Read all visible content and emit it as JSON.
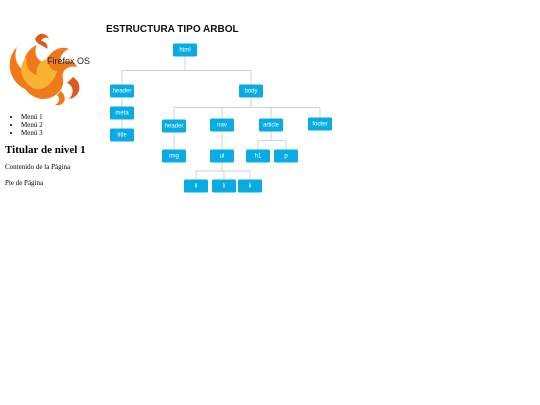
{
  "sidebar": {
    "logo_text": "Firefox OS",
    "menu": [
      "Menú 1",
      "Menú 2",
      "Menú 3"
    ],
    "heading": "Titular de nivel 1",
    "content": "Contenido de la Página",
    "footer": "Pie de Página"
  },
  "diagram": {
    "title": "ESTRUCTURA TIPO ARBOL",
    "colors": {
      "node": "#09abe4",
      "line": "#b6c4cd"
    },
    "nodes": [
      {
        "id": "html",
        "label": "html",
        "parent": null
      },
      {
        "id": "header1",
        "label": "header",
        "parent": "html"
      },
      {
        "id": "body",
        "label": "body",
        "parent": "html"
      },
      {
        "id": "meta",
        "label": "meta",
        "parent": "header1"
      },
      {
        "id": "title",
        "label": "title",
        "parent": "meta"
      },
      {
        "id": "header2",
        "label": "header",
        "parent": "body"
      },
      {
        "id": "nav",
        "label": "nav",
        "parent": "body"
      },
      {
        "id": "article",
        "label": "article",
        "parent": "body"
      },
      {
        "id": "footer",
        "label": "footer",
        "parent": "body"
      },
      {
        "id": "img",
        "label": "img",
        "parent": "header2"
      },
      {
        "id": "ul",
        "label": "ul",
        "parent": "nav"
      },
      {
        "id": "h1",
        "label": "h1",
        "parent": "article"
      },
      {
        "id": "p",
        "label": "p",
        "parent": "article"
      },
      {
        "id": "li1",
        "label": "li",
        "parent": "ul"
      },
      {
        "id": "li2",
        "label": "li",
        "parent": "ul"
      },
      {
        "id": "li3",
        "label": "li",
        "parent": "ul"
      }
    ]
  }
}
